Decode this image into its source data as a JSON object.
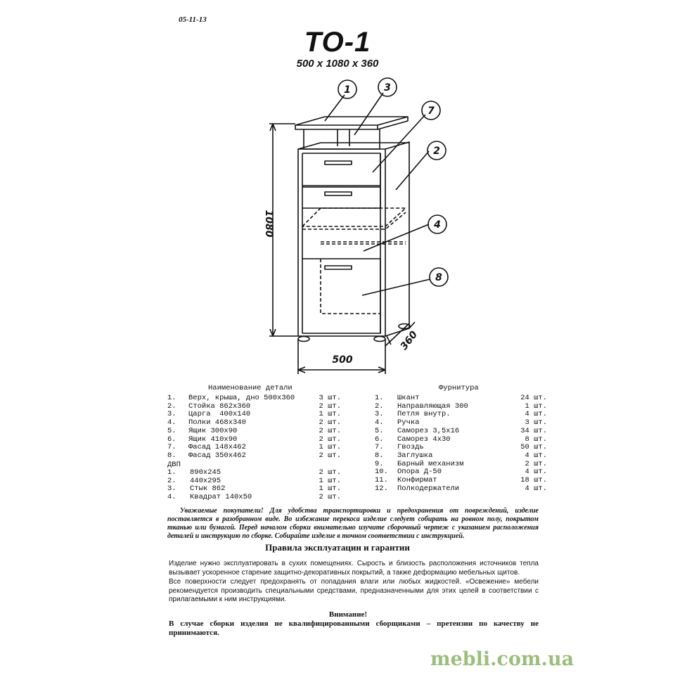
{
  "header": {
    "date": "05-11-13",
    "model": "ТО-1",
    "dimensions": "500 x 1080 x 360"
  },
  "drawing": {
    "callouts": [
      "1",
      "3",
      "7",
      "2",
      "4",
      "8"
    ],
    "dim_height": "1080",
    "dim_width": "500",
    "dim_depth": "360"
  },
  "details": {
    "title": "Наименование  детали",
    "items": [
      {
        "n": "1.",
        "name": "Верх, крыша, дно 500х360",
        "qty": "3 шт."
      },
      {
        "n": "2.",
        "name": "Стойка 862х360",
        "qty": "2 шт."
      },
      {
        "n": "3.",
        "name": "Царга  400х140",
        "qty": "1 шт."
      },
      {
        "n": "4.",
        "name": "Полки 468х340",
        "qty": "2 шт."
      },
      {
        "n": "5.",
        "name": "Ящик 300х90",
        "qty": "2 шт."
      },
      {
        "n": "6.",
        "name": "Ящик 410х90",
        "qty": "2 шт."
      },
      {
        "n": "7.",
        "name": "Фасад 148х462",
        "qty": "1 шт."
      },
      {
        "n": "8.",
        "name": "Фасад 350х462",
        "qty": "2 шт."
      }
    ],
    "dvp_label": "ДВП",
    "dvp_items": [
      {
        "n": "1.",
        "name": "890х245",
        "qty": "2 шт."
      },
      {
        "n": "2.",
        "name": "440х295",
        "qty": "1 шт."
      },
      {
        "n": "3.",
        "name": "Стык 862",
        "qty": "1 шт."
      },
      {
        "n": "4.",
        "name": "Квадрат 140х50",
        "qty": "2 шт."
      }
    ]
  },
  "hardware": {
    "title": "Фурнитура",
    "items": [
      {
        "n": "1.",
        "name": "Шкант",
        "qty": "24 шт."
      },
      {
        "n": "2.",
        "name": "Направляющая 300",
        "qty": "1 шт."
      },
      {
        "n": "3.",
        "name": "Петля внутр.",
        "qty": "4 шт."
      },
      {
        "n": "4.",
        "name": "Ручка",
        "qty": "3 шт."
      },
      {
        "n": "5.",
        "name": "Саморез 3,5х16",
        "qty": "34 шт."
      },
      {
        "n": "6.",
        "name": "Саморез 4х30",
        "qty": "8 шт."
      },
      {
        "n": "7.",
        "name": "Гвоздь",
        "qty": "50 шт."
      },
      {
        "n": "8.",
        "name": "Заглушка",
        "qty": "4 шт."
      },
      {
        "n": "9.",
        "name": "Барный механизм",
        "qty": "2 шт."
      },
      {
        "n": "10.",
        "name": "Опора Д-50",
        "qty": "4 шт."
      },
      {
        "n": "11.",
        "name": "Конфирмат",
        "qty": "18 шт."
      },
      {
        "n": "12.",
        "name": "Полкодержатели",
        "qty": "4 шт."
      }
    ]
  },
  "notice": {
    "text": "Уважаемые покупатели! Для удобства транспортировки и предохранения от повреждений, изделие поставляется в разобранном виде. Во избежание перекоса изделие следует собирать на ровном полу, покрытом тканью или бумагой. Перед началом сборки внимательно изучите сборочный чертеж с указанием расположения деталей и инструкцию по сборке. Собирайте изделие в точном соответствии с инструкцией."
  },
  "rules": {
    "title": "Правила эксплуатации и гарантии",
    "p1": "Изделие нужно эксплуатировать в сухих помещениях. Сырость и близость расположения источников тепла вызывает ускоренное старение защитно-декоративных покрытий, а также деформацию мебельных щитов.",
    "p2": "Все поверхности следует предохранять от попадания влаги или любых жидкостей. «Освежение» мебели рекомендуется производить специальными средствами, предназначенными для этих целей в соответствии с прилагаемыми к ним инструкциями."
  },
  "warning": {
    "title": "Внимание!",
    "text": "В случае сборки изделия не квалифицированными сборщиками – претензии по качеству не принимаются."
  },
  "brand": "mebli.com.ua"
}
